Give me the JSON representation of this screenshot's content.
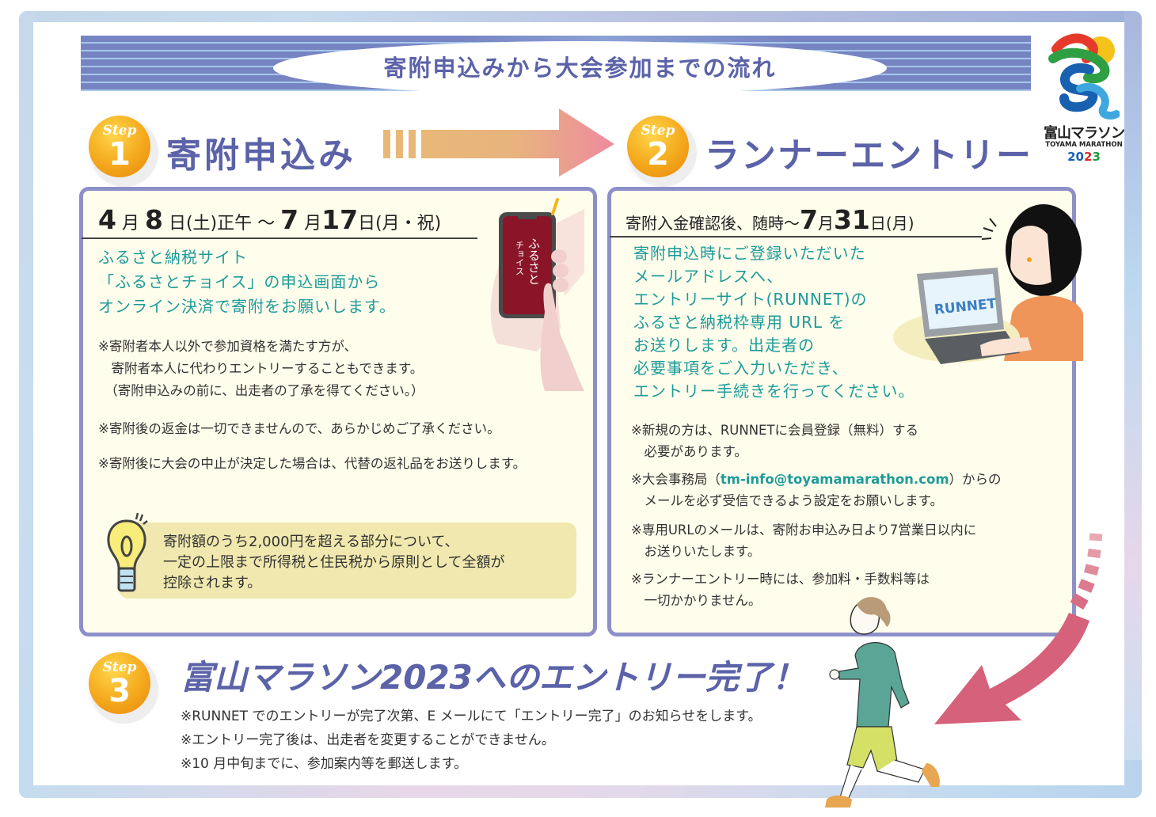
{
  "banner": {
    "title": "寄附申込みから大会参加までの流れ"
  },
  "logo": {
    "name_jp": "富山マラソン",
    "name_en": "TOYAMA MARATHON",
    "year_parts": [
      "20",
      "2",
      "3"
    ]
  },
  "step1": {
    "badge_step": "Step",
    "badge_num": "1",
    "title": "寄附申込み",
    "period": {
      "start_month": "4",
      "m1": "月",
      "start_day": "8",
      "start_suffix": "日(土)正午 ～",
      "end_month": "7",
      "m2": "月",
      "end_day": "17",
      "end_suffix": "日(月・祝)"
    },
    "phone_label_line1": "ふるさと",
    "phone_label_line2": "チョイス",
    "lead": [
      "ふるさと納税サイト",
      "「ふるさとチョイス」の申込画面から",
      "オンライン決済で寄附をお願いします。"
    ],
    "notes": [
      [
        "※寄附者本人以外で参加資格を満たす方が、",
        "　寄附者本人に代わりエントリーすることもできます。",
        "　（寄附申込みの前に、出走者の了承を得てください。）"
      ],
      [
        "※寄附後の返金は一切できませんので、あらかじめご了承ください。"
      ],
      [
        "※寄附後に大会の中止が決定した場合は、代替の返礼品をお送りします。"
      ]
    ],
    "tip": [
      "寄附額のうち2,000円を超える部分について、",
      "一定の上限まで所得税と住民税から原則として全額が",
      "控除されます。"
    ]
  },
  "step2": {
    "badge_step": "Step",
    "badge_num": "2",
    "title": "ランナーエントリー",
    "period": {
      "prefix": "寄附入金確認後、随時～",
      "month": "7",
      "m": "月",
      "day": "31",
      "suffix": "日(月)"
    },
    "laptop_label": "RUNNET",
    "lead": [
      "寄附申込時にご登録いただいた",
      "メールアドレスへ、",
      "エントリーサイト(RUNNET)の",
      "ふるさと納税枠専用 URL を",
      "お送りします。出走者の",
      "必要事項をご入力いただき、",
      "エントリー手続きを行ってください。"
    ],
    "notes": {
      "n1": [
        "※新規の方は、RUNNETに会員登録（無料）する",
        "　必要があります。"
      ],
      "n2_prefix": "※大会事務局（",
      "n2_email": "tm-info@toyamamarathon.com",
      "n2_suffix": "）からの",
      "n2_line2": "　メールを必ず受信できるよう設定をお願いします。",
      "n3": [
        "※専用URLのメールは、寄附お申込み日より7営業日以内に",
        "　お送りいたします。"
      ],
      "n4": [
        "※ランナーエントリー時には、参加料・手数料等は",
        "　一切かかりません。"
      ]
    }
  },
  "step3": {
    "badge_step": "Step",
    "badge_num": "3",
    "title": "富山マラソン2023へのエントリー完了！",
    "notes": [
      "※RUNNET でのエントリーが完了次第、E メールにて「エントリー完了」のお知らせをします。",
      "※エントリー完了後は、出走者を変更することができません。",
      "※10 月中旬までに、参加案内等を郵送します。"
    ]
  },
  "colors": {
    "title_purple": "#5b62a8",
    "panel_border": "#8d90c8",
    "panel_bg": "#fffdeb",
    "teal_text": "#1d9b9b",
    "badge_orange": "#f4a81c",
    "arrow_pink": "#d8607a",
    "tip_bg": "#f0e8ae"
  }
}
